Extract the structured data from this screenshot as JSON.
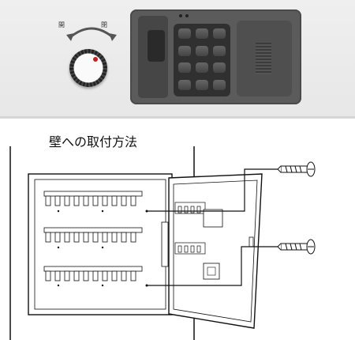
{
  "top_photo": {
    "dial_label_left": "開",
    "dial_label_right": "閉"
  },
  "section_title": "壁への取付方法",
  "keypad_keys": [
    "",
    "",
    "",
    "",
    "",
    "",
    "",
    "",
    "",
    "",
    "",
    ""
  ]
}
